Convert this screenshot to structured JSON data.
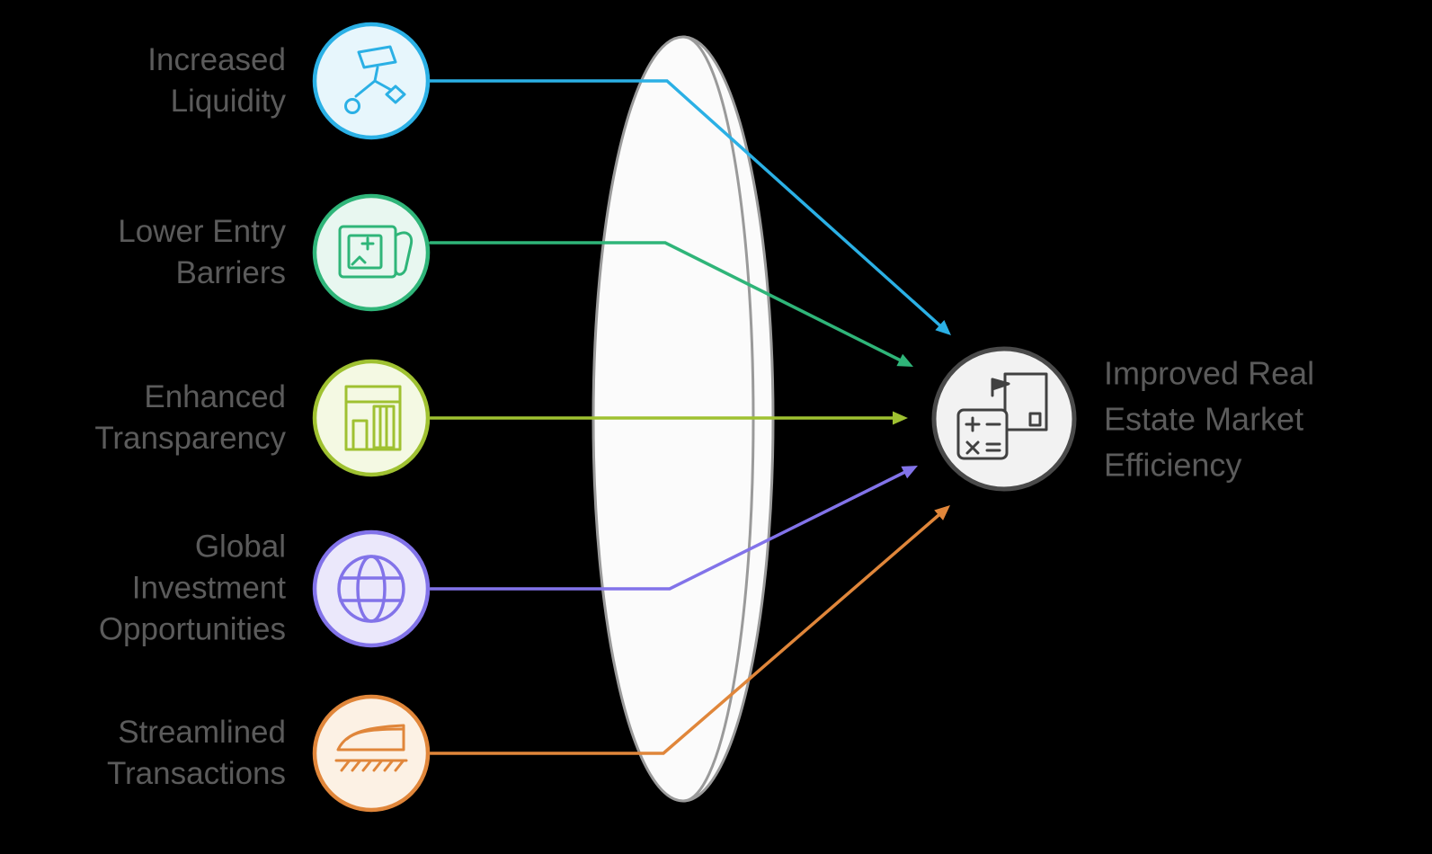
{
  "background": "#000000",
  "text_color": "#5b5b5b",
  "items": [
    {
      "id": "increased-liquidity",
      "label": "Increased\nLiquidity",
      "color": "#2bb0e5",
      "fill": "#e7f6fc",
      "icon": "sitemap-icon"
    },
    {
      "id": "lower-entry-barriers",
      "label": "Lower Entry\nBarriers",
      "color": "#2fb579",
      "fill": "#e8f7f0",
      "icon": "atm-machine-icon"
    },
    {
      "id": "enhanced-transparency",
      "label": "Enhanced\nTransparency",
      "color": "#9fc131",
      "fill": "#f4f9e3",
      "icon": "storefront-icon"
    },
    {
      "id": "global-investment-opportunities",
      "label": "Global\nInvestment\nOpportunities",
      "color": "#8273e9",
      "fill": "#ebe8fb",
      "icon": "globe-icon"
    },
    {
      "id": "streamlined-transactions",
      "label": "Streamlined\nTransactions",
      "color": "#e0863a",
      "fill": "#fcf1e4",
      "icon": "train-icon"
    }
  ],
  "outcome": {
    "id": "improved-real-estate-market-efficiency",
    "label": "Improved Real\nEstate Market\nEfficiency",
    "color": "#4a4a4a",
    "fill": "#f2f2f2",
    "icon_stroke": "#414141",
    "icon": "calculator-document-icon"
  },
  "lens": {
    "stroke": "#9a9a9a",
    "fill": "#fbfbfb"
  }
}
